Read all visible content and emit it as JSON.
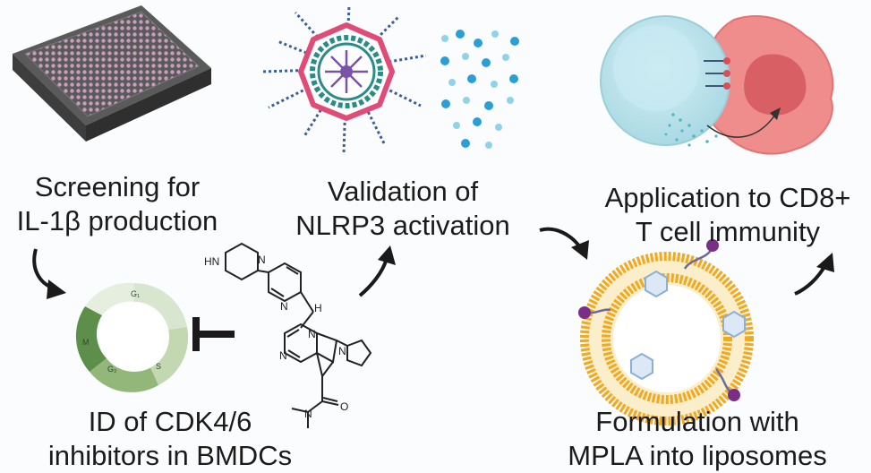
{
  "steps": {
    "screening": {
      "line1": "Screening for",
      "line2": "IL-1β production"
    },
    "validation": {
      "line1": "Validation of",
      "line2": "NLRP3 activation"
    },
    "application": {
      "line1": "Application to CD8+",
      "line2": "T cell immunity"
    },
    "identification": {
      "line1": "ID of CDK4/6",
      "line2": "inhibitors in BMDCs"
    },
    "formulation": {
      "line1": "Formulation with",
      "line2": "MPLA into liposomes"
    }
  },
  "cell_cycle": {
    "phases": [
      "G₁",
      "S",
      "G₂",
      "M"
    ]
  },
  "molecule": {
    "labels": [
      "HN",
      "N",
      "N",
      "H",
      "N",
      "N",
      "N",
      "O",
      "N"
    ]
  },
  "colors": {
    "arrow": "#1a1a1a",
    "plate": "#c9a4bf",
    "inflammasome_pink": "#e04b78",
    "inflammasome_teal": "#2a8c86",
    "inflammasome_purple": "#7a52a8",
    "filament": "#3c5f98",
    "il1b_particles": "#2a9fd6",
    "t_cell": "#bde4ec",
    "tumor_cell": "#ef8c8c",
    "liposome_head": "#f0a922",
    "mpla": "#7a2f86",
    "cdk_inhibitor": "#8ab0d6"
  }
}
